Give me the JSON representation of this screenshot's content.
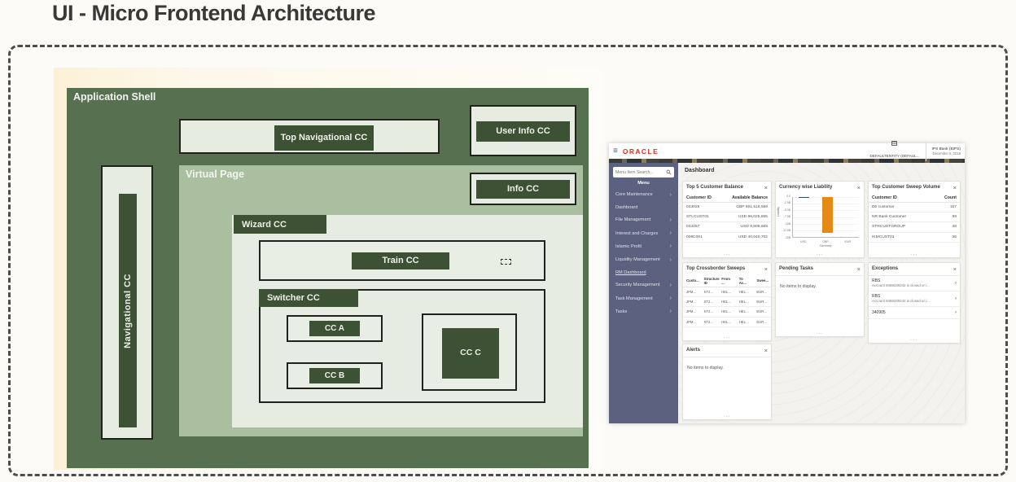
{
  "page": {
    "title": "UI - Micro Frontend Architecture"
  },
  "diagram": {
    "application_shell": "Application Shell",
    "top_navigational": "Top Navigational CC",
    "user_info": "User Info CC",
    "virtual_page": "Virtual Page",
    "info": "Info CC",
    "navigational": "Navigational CC",
    "wizard": "Wizard CC",
    "train": "Train CC",
    "switcher": "Switcher CC",
    "cc_a": "CC A",
    "cc_b": "CC B",
    "cc_c": "CC C",
    "colors": {
      "shell": "#577150",
      "virtual_page": "#a9bfa0",
      "panel": "#e7ece3",
      "label_box": "#3d5134",
      "background": "#fcf1d6"
    }
  },
  "app": {
    "header": {
      "menu_icon": "hamburger-icon",
      "logo": "ORACLE",
      "entity": "DEFAULTENTITY (DEFAUL...",
      "bank": "IPS Bank (BIPS)",
      "date": "December 5, 2018"
    },
    "sidebar": {
      "search_placeholder": "Menu Item Search...",
      "menu_title": "Menu",
      "items": [
        {
          "label": "Core Maintenance"
        },
        {
          "label": "Dashboard"
        },
        {
          "label": "File Management"
        },
        {
          "label": "Interest and Charges"
        },
        {
          "label": "Islamic Profit"
        },
        {
          "label": "Liquidity Management"
        },
        {
          "label": "RM Dashboard"
        },
        {
          "label": "Security Management"
        },
        {
          "label": "Task Management"
        },
        {
          "label": "Tasks"
        }
      ]
    },
    "page_title": "Dashboard",
    "close_glyph": "×",
    "chevron_glyph": "›",
    "dots": "...",
    "widgets": {
      "top5": {
        "title": "Top 5 Customer Balance",
        "columns": [
          "Customer ID",
          "Available Balance"
        ],
        "rows": [
          [
            "043025",
            "GBP 691,516,559"
          ],
          [
            "STLCUST01",
            "USD 96,025,865"
          ],
          [
            "043457",
            "USD 9,505,665"
          ],
          [
            "006C001",
            "USD 40,040,702"
          ]
        ]
      },
      "currency_liability": {
        "title": "Currency wise Liability"
      },
      "sweep_volume": {
        "title": "Top Customer Sweep Volume",
        "columns": [
          "Customer ID",
          "Count"
        ],
        "rows": [
          [
            "Db customer",
            "157"
          ],
          [
            "NR Bank Customer",
            "99"
          ],
          [
            "STRCUSTGROUP",
            "48"
          ],
          [
            "IKMCUST01",
            "36"
          ]
        ]
      },
      "crossborder": {
        "title": "Top Crossborder Sweeps",
        "columns": [
          "Custo...",
          "Structure ID",
          "From ...",
          "To Ac...",
          "Swee..."
        ],
        "rows": [
          [
            "JPMHG...",
            "ST2019156...",
            "HEL02...",
            "HEL02...",
            "EUR 4..."
          ],
          [
            "JPMHG...",
            "ST2019156...",
            "HEL02...",
            "HEL02...",
            "EUR 4..."
          ],
          [
            "JPMHG...",
            "ST2019156...",
            "HEL02...",
            "HEL02...",
            "EUR 4..."
          ],
          [
            "JPMHG...",
            "ST2019156...",
            "HEL02...",
            "HEL02...",
            "EUR 5..."
          ]
        ]
      },
      "pending_tasks": {
        "title": "Pending Tasks",
        "empty": "No items to display."
      },
      "exceptions": {
        "title": "Exceptions",
        "items": [
          {
            "code": "RBS",
            "desc": "Account 8459230242 is closed or i..."
          },
          {
            "code": "RBS",
            "desc": "Account 8459230242 is closed or i..."
          },
          {
            "code": "340905",
            "desc": ""
          }
        ]
      },
      "alerts": {
        "title": "Alerts",
        "empty": "No items to display."
      }
    }
  },
  "chart_data": {
    "type": "bar",
    "title": "Currency wise Liability",
    "categories": [
      "USD",
      "GBP",
      "EUR"
    ],
    "values": [
      -0.5,
      -13.5,
      0
    ],
    "unit": "B",
    "xlabel": "Currency",
    "ylabel": "Liability",
    "ylim": [
      -15,
      0
    ],
    "yticks": [
      "0.0",
      "-2.5B",
      "-5.0B",
      "-7.5B",
      "-10B",
      "-12.5B",
      "-15B"
    ],
    "grid": true,
    "legend": false,
    "bar_colors": [
      "#2e505c",
      "#e68a17",
      "#2e505c"
    ]
  }
}
